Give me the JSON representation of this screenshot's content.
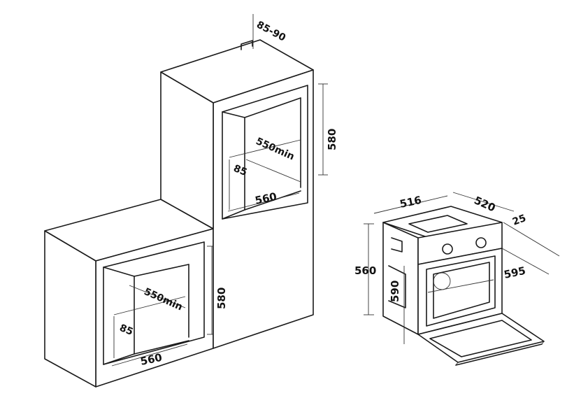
{
  "dimensions": {
    "upper_depth_gap": "85-90",
    "upper_height": "580",
    "upper_depth_min": "550min",
    "upper_front_setback": "85",
    "upper_width": "560",
    "lower_height": "580",
    "lower_depth_min": "550min",
    "lower_front_setback": "85",
    "lower_width": "560",
    "oven_depth": "516",
    "oven_body_depth": "520",
    "oven_door_thickness": "25",
    "oven_width": "595",
    "oven_front_height": "560",
    "oven_total_height": "590"
  }
}
